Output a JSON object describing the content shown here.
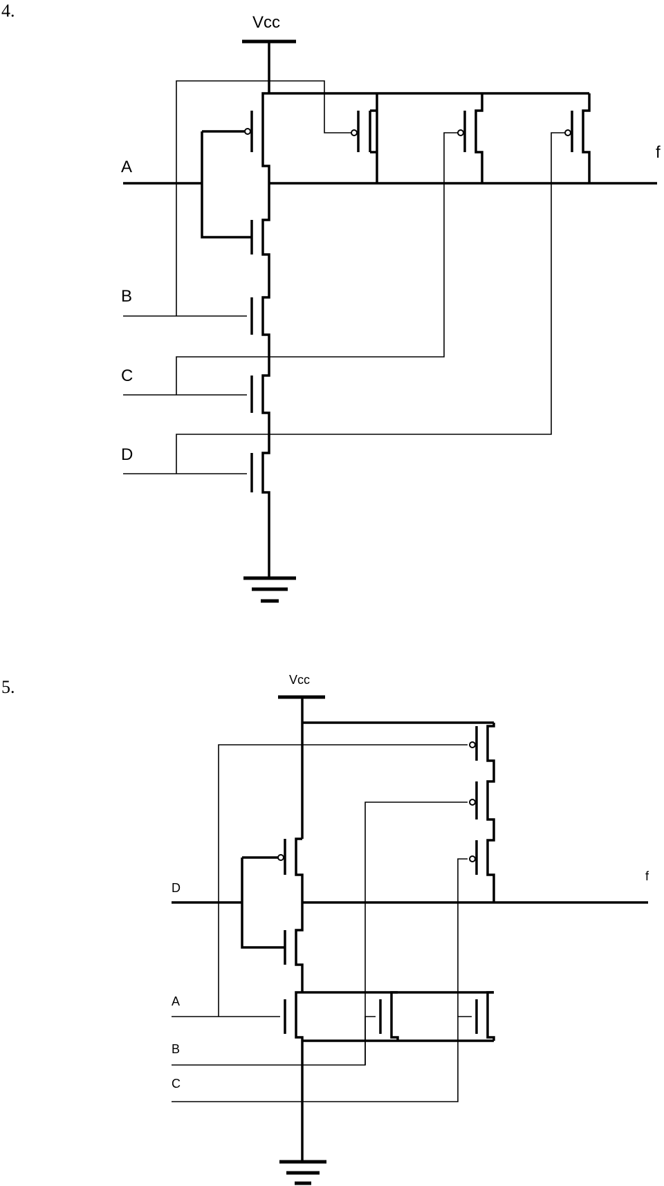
{
  "problems": [
    {
      "number": "4.",
      "supply_label": "Vcc",
      "output_label": "f",
      "inputs": [
        "A",
        "B",
        "C",
        "D"
      ]
    },
    {
      "number": "5.",
      "supply_label": "Vcc",
      "output_label": "f",
      "inputs": [
        "D",
        "A",
        "B",
        "C"
      ]
    }
  ]
}
